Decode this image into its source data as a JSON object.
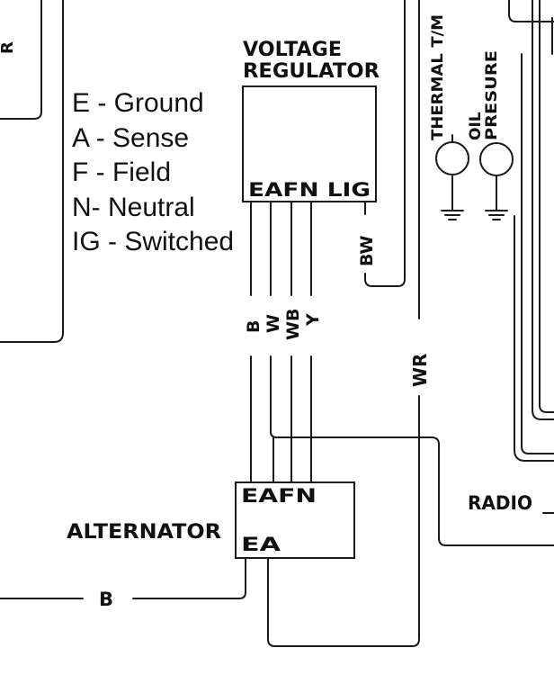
{
  "legend": {
    "items": [
      "E - Ground",
      "A - Sense",
      "F - Field",
      "N- Neutral",
      "IG - Switched"
    ]
  },
  "voltage_regulator": {
    "title_line1": "VOLTAGE",
    "title_line2": "REGULATOR",
    "terminals": "EAFN LIG"
  },
  "alternator": {
    "label": "ALTERNATOR",
    "terminals_top": "EAFN",
    "terminals_bottom": "EA"
  },
  "wire_labels": {
    "b": "B",
    "w": "W",
    "wb": "WB",
    "y": "Y",
    "bw": "BW",
    "wr": "WR",
    "b_bottom": "B",
    "r_top": "R"
  },
  "gauges": {
    "thermal": "THERMAL T/M",
    "oil_line1": "OIL",
    "oil_line2": "PRESURE"
  },
  "radio": "RADIO"
}
